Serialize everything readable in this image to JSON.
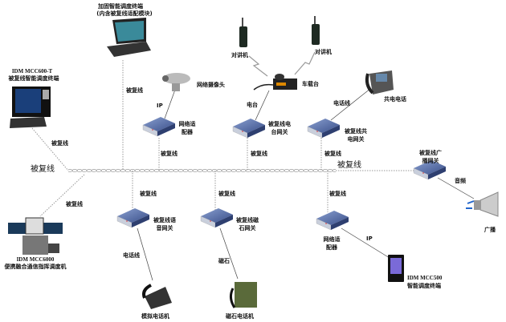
{
  "bus": {
    "label_left": "被复线",
    "label_right": "被复线"
  },
  "laptop": {
    "title": "加固智能调度终端",
    "subtitle": "(内含被复线适配模块)",
    "link": "被复线"
  },
  "mcc600t": {
    "model": "IDM MCC600-T",
    "name": "被复线智能调度终端",
    "link": "被复线"
  },
  "camera": {
    "name": "网络摄像头",
    "link_ip": "IP",
    "adapter": [
      "网络适",
      "配器"
    ],
    "link": "被复线"
  },
  "radio": {
    "handheld_1": "对讲机",
    "handheld_2": "对讲机",
    "vehicle": "车载台",
    "link_radio": "电台",
    "gateway": [
      "被复线电",
      "台网关"
    ],
    "link": "被复线"
  },
  "common_phone": {
    "name": "共电电话",
    "link_phone": "电话线",
    "gateway": [
      "被复线共",
      "电网关"
    ],
    "link": "被复线"
  },
  "broadcast": {
    "gateway": [
      "被复线广",
      "播网关"
    ],
    "link_audio": "音频",
    "name": "广播"
  },
  "mcc500": {
    "link": "被复线",
    "adapter": [
      "网络适",
      "配器"
    ],
    "link_ip": "IP",
    "model": "IDM MCC500",
    "name": "智能调度终端"
  },
  "mcc6000": {
    "link": "被复线",
    "model": "IDM MCC6000",
    "name": "便携融合通信指挥调度机"
  },
  "voice": {
    "link": "被复线",
    "gateway": [
      "被复线语",
      "音网关"
    ],
    "link_phone": "电话线",
    "name": "模拟电话机"
  },
  "magneto": {
    "link": "被复线",
    "gateway": [
      "被复线磁",
      "石网关"
    ],
    "link_magneto": "磁石",
    "name": "磁石电话机"
  },
  "colors": {
    "gateway_top": "#5a6fa8",
    "gateway_front": "#c9cfdc",
    "link": "#888888"
  }
}
